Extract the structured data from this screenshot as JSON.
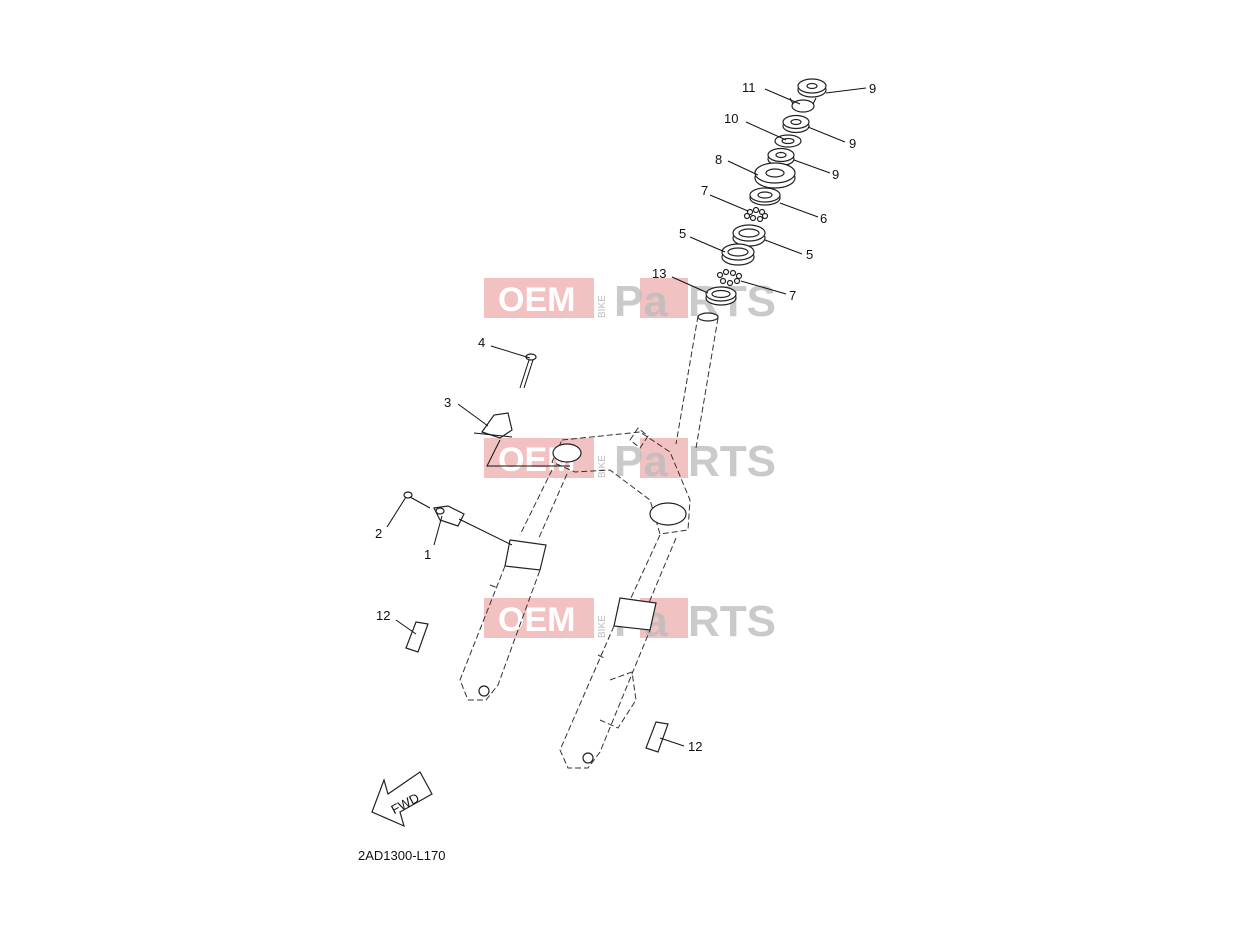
{
  "diagram": {
    "code": "2AD1300-L170",
    "fwd_label": "FWD",
    "watermark": {
      "left": "OEM",
      "mid": "BIKE",
      "right": "RTS",
      "accent": "Pa"
    },
    "callouts": [
      "1",
      "2",
      "3",
      "4",
      "5",
      "5",
      "6",
      "7",
      "7",
      "8",
      "9",
      "9",
      "9",
      "10",
      "11",
      "12",
      "12",
      "13"
    ]
  },
  "colors": {
    "watermark_red": "#e89090",
    "watermark_gray": "#bdbdbd",
    "line": "#111111"
  }
}
